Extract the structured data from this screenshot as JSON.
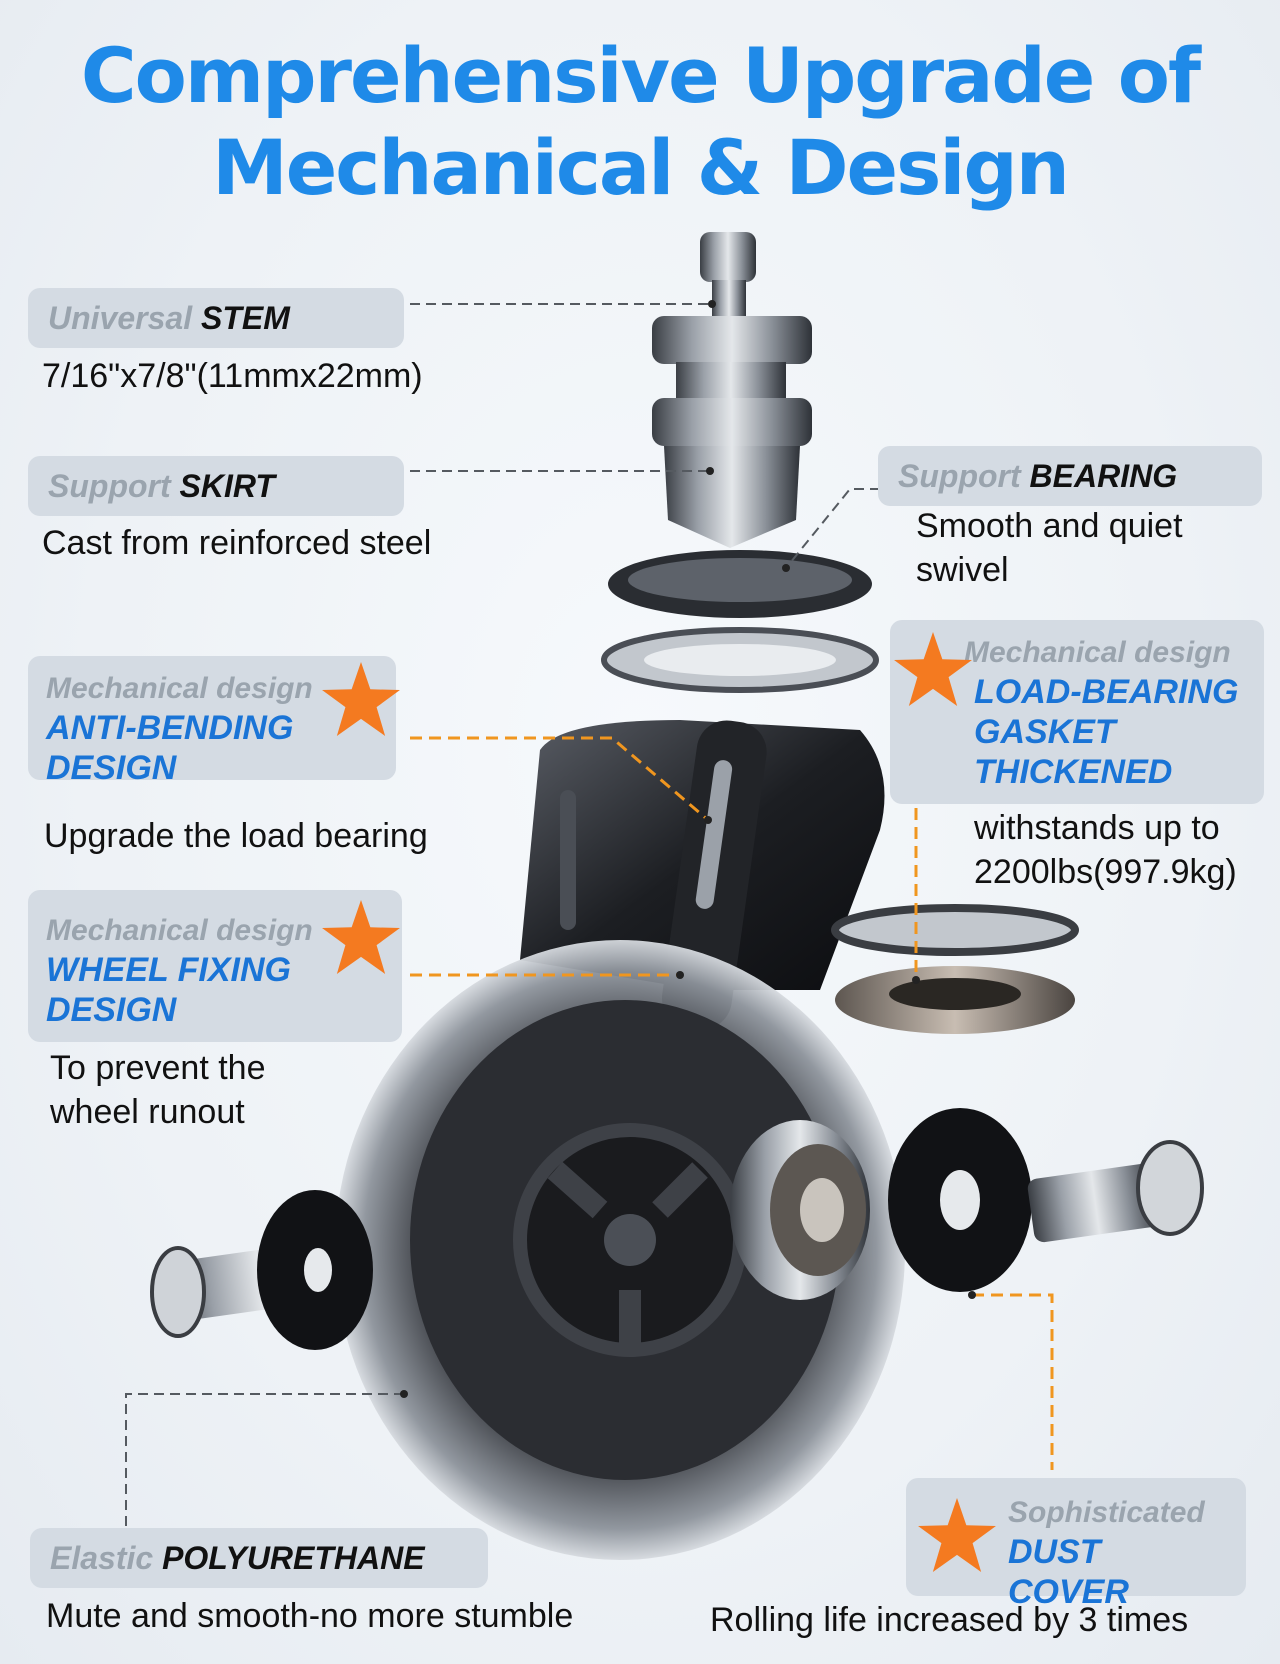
{
  "title": {
    "line1": "Comprehensive Upgrade of",
    "line2": "Mechanical & Design"
  },
  "callouts": {
    "stem": {
      "light": "Universal",
      "bold": "STEM",
      "desc": "7/16\"x7/8\"(11mmx22mm)"
    },
    "skirt": {
      "light": "Support",
      "bold": "SKIRT",
      "desc": "Cast from reinforced steel"
    },
    "bearing": {
      "light": "Support",
      "bold": "BEARING",
      "desc": "Smooth and quiet swivel"
    },
    "anti_bending": {
      "light": "Mechanical design",
      "line1": "ANTI-BENDING",
      "line2": "DESIGN",
      "desc": "Upgrade the load bearing"
    },
    "load_bearing": {
      "light": "Mechanical design",
      "line1": "LOAD-BEARING",
      "line2": "GASKET",
      "line3": "THICKENED",
      "desc_line1": "withstands up to",
      "desc_line2": "2200lbs(997.9kg)"
    },
    "wheel_fixing": {
      "light": "Mechanical design",
      "line1": "WHEEL FIXING",
      "line2": "DESIGN",
      "desc_line1": "To prevent the",
      "desc_line2": "wheel runout"
    },
    "polyurethane": {
      "light": "Elastic",
      "bold": "POLYURETHANE",
      "desc": "Mute and smooth-no more stumble"
    },
    "dust_cover": {
      "light": "Sophisticated",
      "line1": "DUST COVER",
      "desc": "Rolling life increased by 3 times"
    }
  },
  "colors": {
    "title_blue": "#1f8ae8",
    "accent_blue": "#1a74d6",
    "star_orange": "#f47a20",
    "tag_bg": "#d4dbe3"
  }
}
